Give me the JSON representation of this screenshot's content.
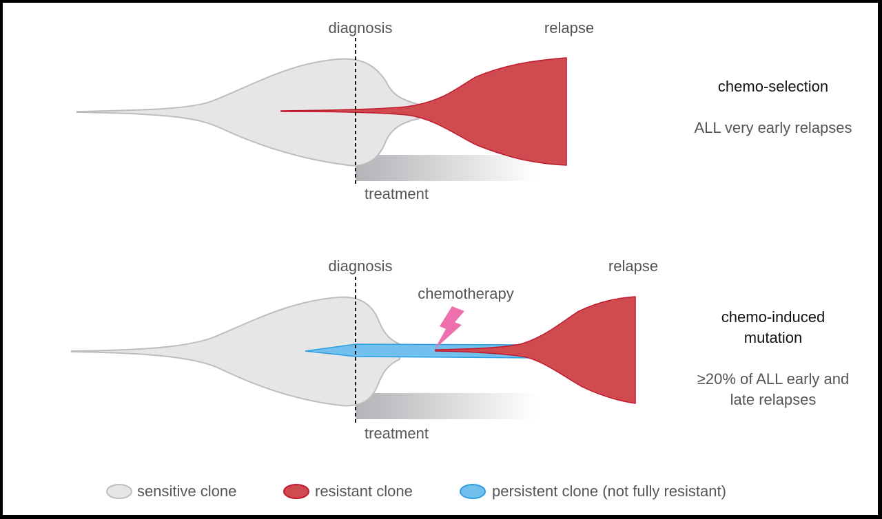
{
  "panels": [
    {
      "diagnosis_label": "diagnosis",
      "relapse_label": "relapse",
      "treatment_label": "treatment",
      "mechanism_title": "chemo-selection",
      "mechanism_note": "ALL very early relapses"
    },
    {
      "diagnosis_label": "diagnosis",
      "relapse_label": "relapse",
      "treatment_label": "treatment",
      "chemo_label": "chemotherapy",
      "mechanism_title_line1": "chemo-induced",
      "mechanism_title_line2": "mutation",
      "mechanism_note_line1": "≥20% of ALL early and",
      "mechanism_note_line2": "late relapses"
    }
  ],
  "legend": {
    "sensitive": "sensitive clone",
    "resistant": "resistant clone",
    "persistent": "persistent clone (not fully resistant)"
  },
  "colors": {
    "sensitive_fill": "#e6e6e6",
    "sensitive_stroke": "#bdbdbd",
    "resistant_fill": "#cf4b4f",
    "resistant_stroke": "#c0182e",
    "persistent_fill": "#72c0ee",
    "persistent_stroke": "#2a9ee0",
    "chemo_bolt": "#ee6fae",
    "label_text": "#555555"
  }
}
